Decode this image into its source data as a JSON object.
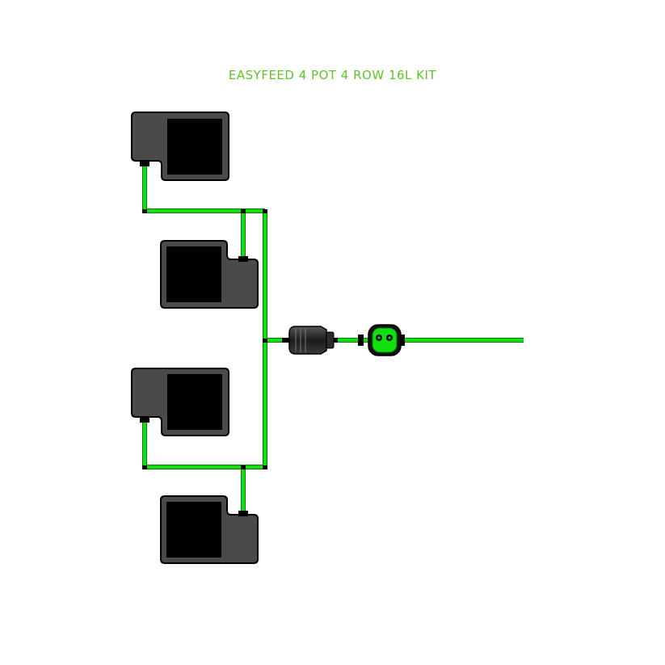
{
  "title": "EASYFEED 4 POT 4 ROW 16L KIT",
  "colors": {
    "tube": "#10e010",
    "tube_outline": "#0a7a0a",
    "pot_tray": "#4a4a4a",
    "pot_inner": "#000000",
    "title": "#5fc528"
  },
  "components": {
    "pots": 4,
    "filter": "inline-filter",
    "valve": "float-valve",
    "feed_line": "supply-tube"
  }
}
